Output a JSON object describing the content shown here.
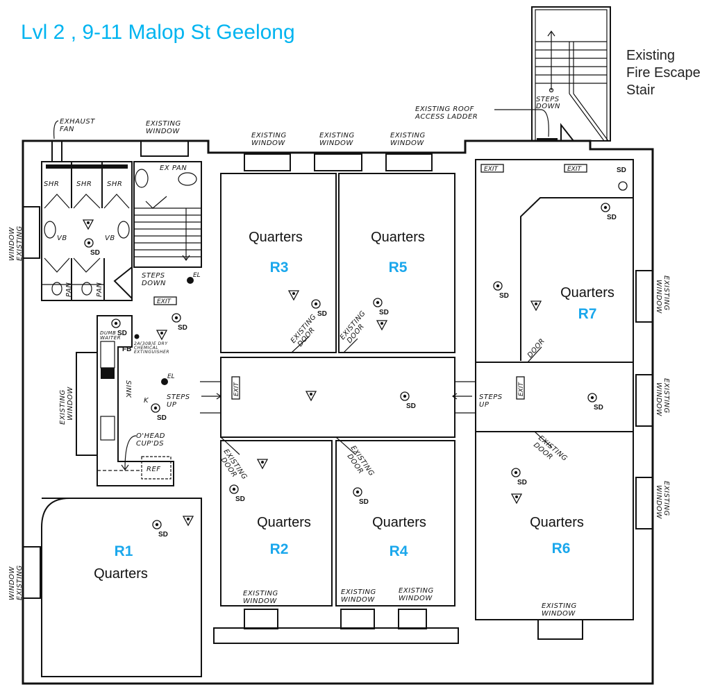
{
  "title": "Lvl 2 , 9-11 Malop St Geelong",
  "fire_escape": [
    "Existing",
    "Fire Escape",
    "Stair"
  ],
  "rooms": [
    {
      "id": "R1",
      "label": "Quarters"
    },
    {
      "id": "R2",
      "label": "Quarters"
    },
    {
      "id": "R3",
      "label": "Quarters"
    },
    {
      "id": "R4",
      "label": "Quarters"
    },
    {
      "id": "R5",
      "label": "Quarters"
    },
    {
      "id": "R6",
      "label": "Quarters"
    },
    {
      "id": "R7",
      "label": "Quarters"
    }
  ],
  "annotations": {
    "exhaust_fan": [
      "EXHAUST",
      "FAN"
    ],
    "existing_window": [
      "EXISTING",
      "WINDOW"
    ],
    "window_existing": [
      "WINDOW",
      "EXISTING"
    ],
    "roof_ladder": [
      "EXISTING ROOF",
      "ACCESS LADDER"
    ],
    "steps_down": [
      "STEPS",
      "DOWN"
    ],
    "steps_up": [
      "STEPS",
      "UP"
    ],
    "existing_door": [
      "EXISTING",
      "DOOR"
    ],
    "door": "DOOR",
    "exit": "EXIT",
    "shr": "SHR",
    "vb": "VB",
    "pan": "PAN",
    "ex_pan": "EX PAN",
    "sd": "SD",
    "el": "EL",
    "k": "K",
    "dumb_waiter": [
      "DUMB",
      "WAITER"
    ],
    "fb": "FB",
    "extinguisher": [
      "2A(30B)E DRY",
      "CHEMICAL",
      "EXTINGUISHER"
    ],
    "sink": "SINK",
    "ohead": [
      "O'HEAD",
      "CUP'DS"
    ],
    "ref": "REF"
  },
  "colors": {
    "title": "#00b4f0",
    "room_id": "#1aa7ec",
    "lines": "#111111"
  }
}
